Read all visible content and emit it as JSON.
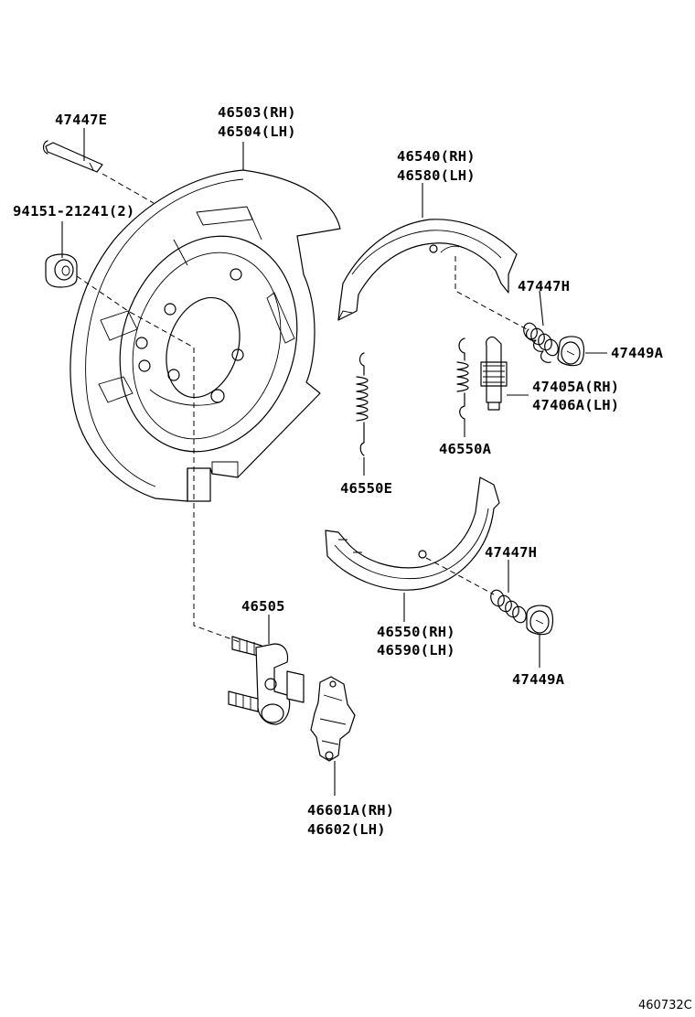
{
  "labels": {
    "bolt": "47447E",
    "bolt_qty": "94151-21241(2)",
    "plate_rh": "46503(RH)",
    "plate_lh": "46504(LH)",
    "shoe_upper_rh": "46540(RH)",
    "shoe_upper_lh": "46580(LH)",
    "pin_upper": "47447H",
    "cup_upper": "47449A",
    "adjuster_rh": "47405A(RH)",
    "adjuster_lh": "47406A(LH)",
    "spring_a": "46550A",
    "spring_e": "46550E",
    "pin_lower": "47447H",
    "shoe_lower_rh": "46550(RH)",
    "shoe_lower_lh": "46590(LH)",
    "cup_lower": "47449A",
    "lever": "46505",
    "strut_rh": "46601A(RH)",
    "strut_lh": "46602(LH)"
  },
  "figure_code": "460732C"
}
